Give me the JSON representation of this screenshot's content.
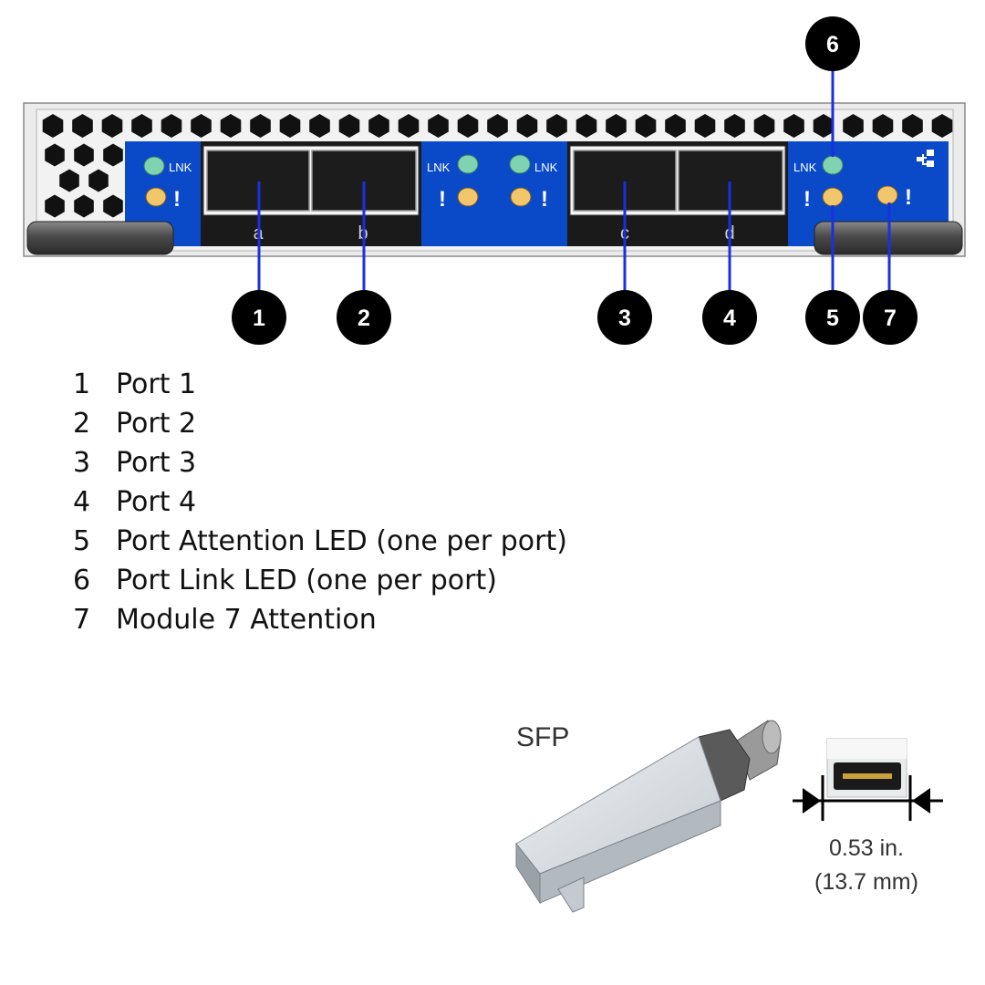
{
  "hardware": {
    "port_labels": [
      "a",
      "b",
      "c",
      "d"
    ],
    "led_text": "LNK",
    "attention_symbol": "!",
    "network_icon": "network-topology-icon",
    "colors": {
      "chassis": "#e8e8e8",
      "panel_blue": "#0a49c8",
      "port_dark": "#1a1a1a",
      "led_green": "#7fd3b0",
      "led_amber": "#f2c76b",
      "callout_line": "#1a2fe0",
      "callout_bubble": "#000000"
    }
  },
  "callouts": [
    "1",
    "2",
    "3",
    "4",
    "5",
    "6",
    "7"
  ],
  "legend": [
    {
      "num": "1",
      "text": "Port 1"
    },
    {
      "num": "2",
      "text": "Port 2"
    },
    {
      "num": "3",
      "text": "Port 3"
    },
    {
      "num": "4",
      "text": "Port 4"
    },
    {
      "num": "5",
      "text": "Port Attention LED (one per port)"
    },
    {
      "num": "6",
      "text": "Port Link LED (one per port)"
    },
    {
      "num": "7",
      "text": "Module 7 Attention"
    }
  ],
  "sfp": {
    "title": "SFP",
    "width_in": "0.53 in.",
    "width_mm": "(13.7 mm)"
  }
}
